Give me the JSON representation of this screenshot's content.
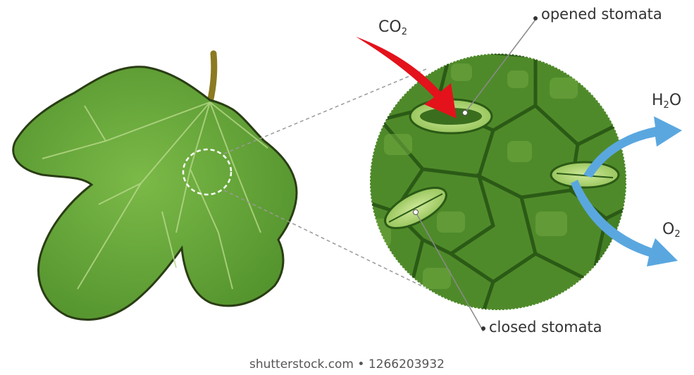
{
  "labels": {
    "opened_stomata": "opened stomata",
    "closed_stomata": "closed stomata"
  },
  "gases": {
    "co2": {
      "base": "CO",
      "sub": "2",
      "arrow_color": "#e3121b"
    },
    "h2o": {
      "base": "H",
      "sub": "2",
      "tail": "O",
      "arrow_color": "#5aa7e0"
    },
    "o2": {
      "base": "O",
      "sub": "2",
      "arrow_color": "#5aa7e0"
    }
  },
  "watermark": "shutterstock.com • 1266203932",
  "colors": {
    "leaf": "#6aa83a",
    "leaf_dark": "#2f5716",
    "cells": "#4f8a2a",
    "cell_walls": "#2b5a16",
    "stoma": "#a9d36a"
  }
}
